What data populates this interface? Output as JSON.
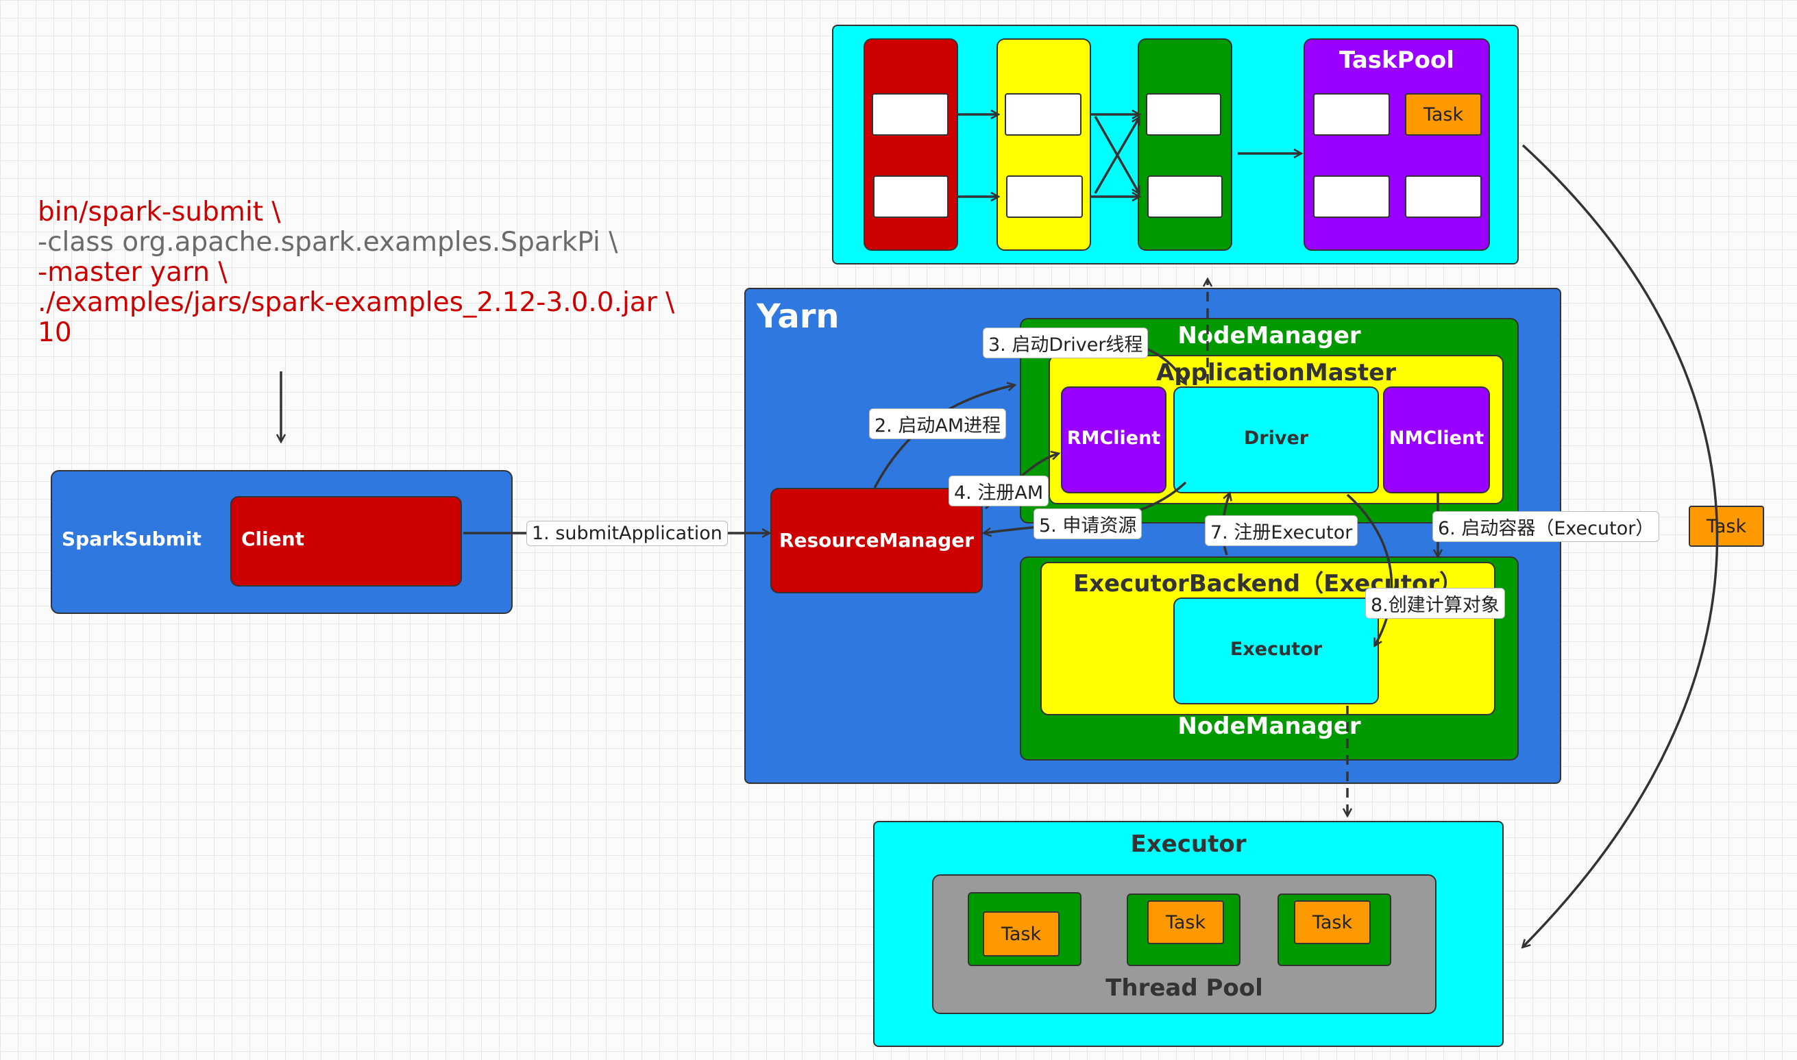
{
  "command": {
    "line1": "bin/spark-submit \\",
    "line2": "-class org.apache.spark.examples.SparkPi \\",
    "line3": "-master yarn \\",
    "line4": "./examples/jars/spark-examples_2.12-3.0.0.jar \\",
    "line5": "10"
  },
  "spark_submit": {
    "title": "SparkSubmit",
    "client": "Client"
  },
  "yarn": {
    "title": "Yarn",
    "resource_manager": "ResourceManager"
  },
  "nm_top": {
    "title": "NodeManager",
    "am_title": "ApplicationMaster",
    "rm_client": "RMClient",
    "driver": "Driver",
    "nm_client": "NMClient"
  },
  "nm_bottom": {
    "title": "NodeManager",
    "backend_title": "ExecutorBackend（Executor）",
    "executor": "Executor"
  },
  "task_pool": {
    "title": "TaskPool",
    "task": "Task"
  },
  "executor_box": {
    "title": "Executor",
    "thread_pool": "Thread Pool",
    "tasks": [
      "Task",
      "Task",
      "Task"
    ]
  },
  "floating_task": "Task",
  "steps": {
    "s1": "1. submitApplication",
    "s2": "2. 启动AM进程",
    "s3": "3. 启动Driver线程",
    "s4": "4. 注册AM",
    "s5": "5. 申请资源",
    "s6": "6. 启动容器（Executor）",
    "s7": "7. 注册Executor",
    "s8": "8.创建计算对象"
  },
  "colors": {
    "command_red": "#cc0000",
    "command_gray": "#6b6b6b",
    "yarn_blue": "#2f78e0",
    "green": "#009900",
    "yellow": "#ffff00",
    "cyan": "#00ffff",
    "purple": "#9900ff",
    "red": "#cc0000",
    "orange": "#ff9900",
    "gray": "#9a9a9a"
  }
}
